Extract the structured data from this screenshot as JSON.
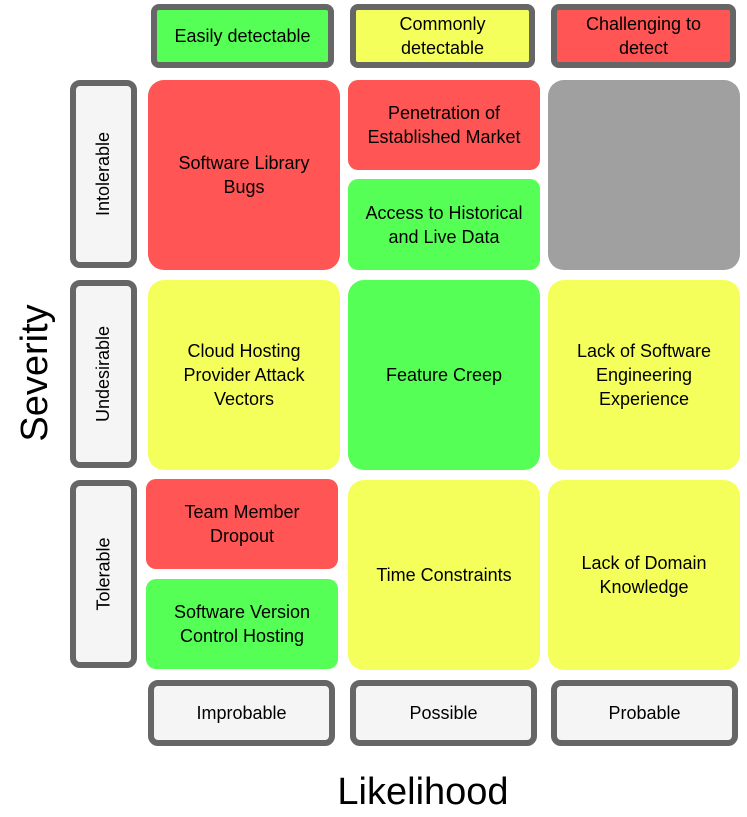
{
  "colors": {
    "red": "#ff5555",
    "yellow": "#f5ff5c",
    "green": "#55ff55",
    "gray": "#a0a0a0",
    "border": "#666666",
    "label_bg": "#f5f5f5"
  },
  "legend": {
    "easy": "Easily detectable",
    "common": "Commonly\ndetectable",
    "challenging": "Challenging to\ndetect"
  },
  "severity": {
    "title": "Severity",
    "levels": [
      "Intolerable",
      "Undesirable",
      "Tolerable"
    ]
  },
  "likelihood": {
    "title": "Likelihood",
    "levels": [
      "Improbable",
      "Possible",
      "Probable"
    ]
  },
  "risks": {
    "software_library_bugs": "Software Library\nBugs",
    "penetration_market": "Penetration of\nEstablished Market",
    "historical_live_data": "Access to Historical\nand Live Data",
    "cloud_hosting": "Cloud Hosting\nProvider Attack\nVectors",
    "feature_creep": "Feature Creep",
    "lack_sw_eng": "Lack of Software\nEngineering\nExperience",
    "team_dropout": "Team Member\nDropout",
    "sw_version_control": "Software Version\nControl Hosting",
    "time_constraints": "Time Constraints",
    "lack_domain": "Lack of Domain\nKnowledge"
  }
}
